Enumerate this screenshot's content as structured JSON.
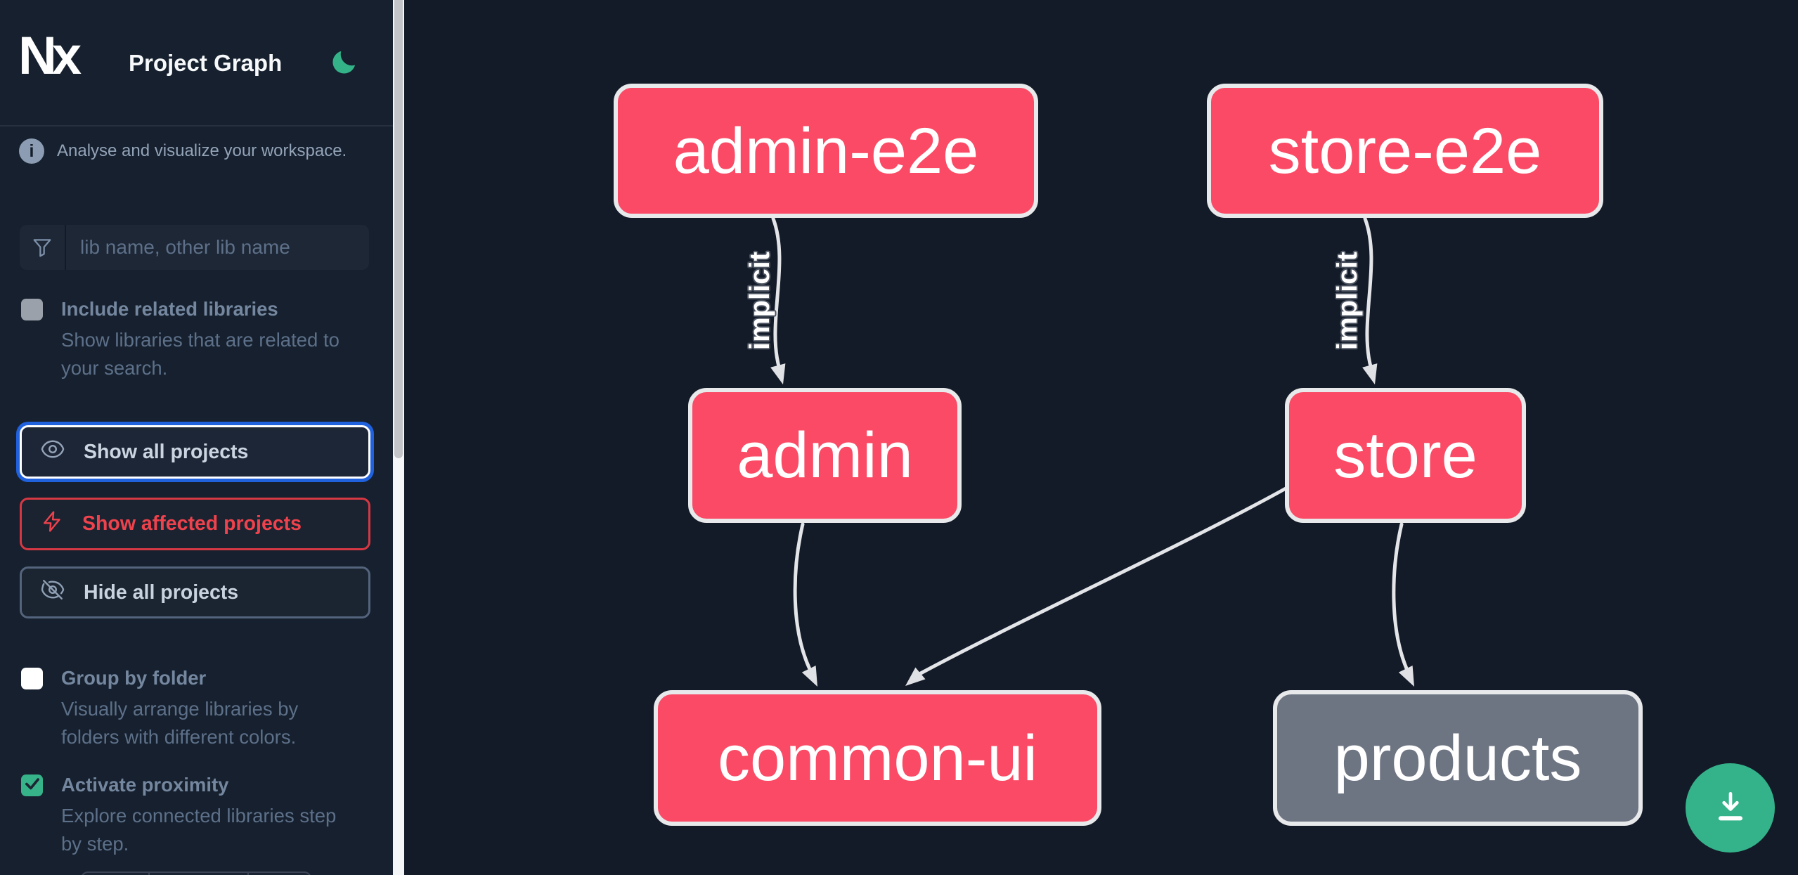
{
  "header": {
    "logo": "Nx",
    "title": "Project Graph"
  },
  "sidebar": {
    "tagline": "Analyse and visualize your workspace.",
    "search_placeholder": "lib name, other lib name",
    "include_related": {
      "label": "Include related libraries",
      "desc": [
        "Show libraries that are related to",
        "your search."
      ],
      "checked": false
    },
    "actions": {
      "show_all": "Show all projects",
      "show_affected": "Show affected projects",
      "hide_all": "Hide all projects"
    },
    "group_by_folder": {
      "label": "Group by folder",
      "desc": [
        "Visually arrange libraries by",
        "folders with different colors."
      ],
      "checked": false
    },
    "activate_proximity": {
      "label": "Activate proximity",
      "desc": [
        "Explore connected libraries step",
        "by step."
      ],
      "checked": true
    }
  },
  "graph": {
    "nodes": {
      "admin_e2e": {
        "label": "admin-e2e",
        "color": "#fb4a65"
      },
      "store_e2e": {
        "label": "store-e2e",
        "color": "#fb4a65"
      },
      "admin": {
        "label": "admin",
        "color": "#fb4a65"
      },
      "store": {
        "label": "store",
        "color": "#fb4a65"
      },
      "common_ui": {
        "label": "common-ui",
        "color": "#fb4a65"
      },
      "products": {
        "label": "products",
        "color": "#6e7582"
      }
    },
    "edges": [
      {
        "from": "admin-e2e",
        "to": "admin",
        "label": "implicit"
      },
      {
        "from": "store-e2e",
        "to": "store",
        "label": "implicit"
      },
      {
        "from": "admin",
        "to": "common-ui",
        "label": ""
      },
      {
        "from": "store",
        "to": "common-ui",
        "label": ""
      },
      {
        "from": "store",
        "to": "products",
        "label": ""
      }
    ]
  },
  "colors": {
    "node_pink": "#fb4a65",
    "node_gray": "#6e7582",
    "accent_green": "#34b38a",
    "focus_ring_blue": "#2061dd",
    "affected_red": "#ef424c",
    "edge_gray": "#e3e5e8"
  }
}
